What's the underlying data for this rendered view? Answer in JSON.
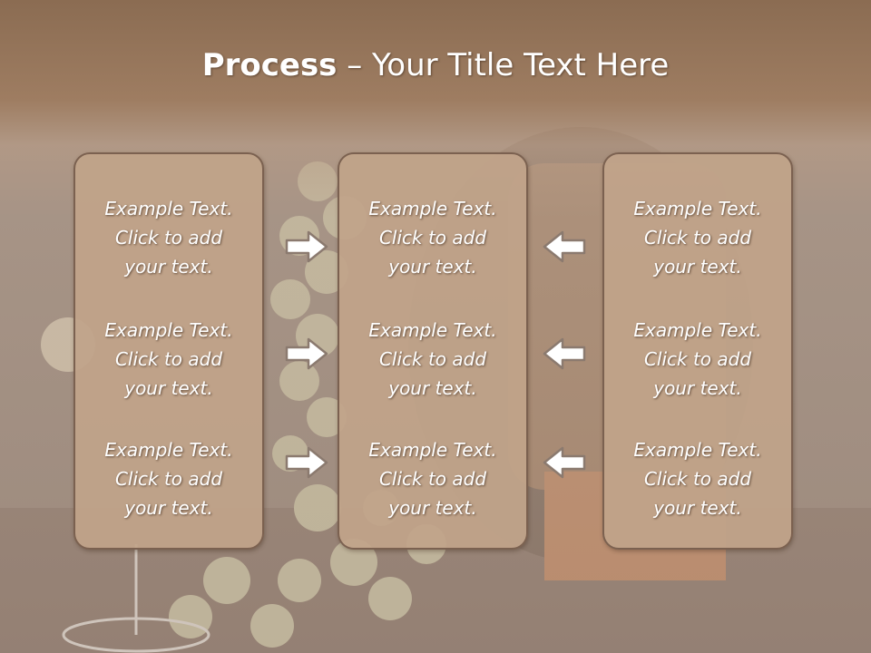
{
  "title": {
    "bold": "Process",
    "rest": " – Your Title Text Here"
  },
  "columns": [
    {
      "items": [
        {
          "line1": "Example Text.",
          "line2": "Click  to add",
          "line3": "your text."
        },
        {
          "line1": "Example Text.",
          "line2": "Click  to add",
          "line3": "your text."
        },
        {
          "line1": "Example Text.",
          "line2": "Click  to add",
          "line3": "your text."
        }
      ]
    },
    {
      "items": [
        {
          "line1": "Example Text.",
          "line2": "Click  to add",
          "line3": "your text."
        },
        {
          "line1": "Example Text.",
          "line2": "Click  to add",
          "line3": "your text."
        },
        {
          "line1": "Example Text.",
          "line2": "Click  to add",
          "line3": "your text."
        }
      ]
    },
    {
      "items": [
        {
          "line1": "Example Text.",
          "line2": "Click  to add",
          "line3": "your text."
        },
        {
          "line1": "Example Text.",
          "line2": "Click  to add",
          "line3": "your text."
        },
        {
          "line1": "Example Text.",
          "line2": "Click  to add",
          "line3": "your text."
        }
      ]
    }
  ],
  "arrows": {
    "left_group": "arrow-right-icon",
    "right_group": "arrow-left-icon"
  },
  "colors": {
    "header": "#8b6c52",
    "box_fill": "#c1a48a",
    "box_border": "#7b6150",
    "text": "#ffffff"
  }
}
